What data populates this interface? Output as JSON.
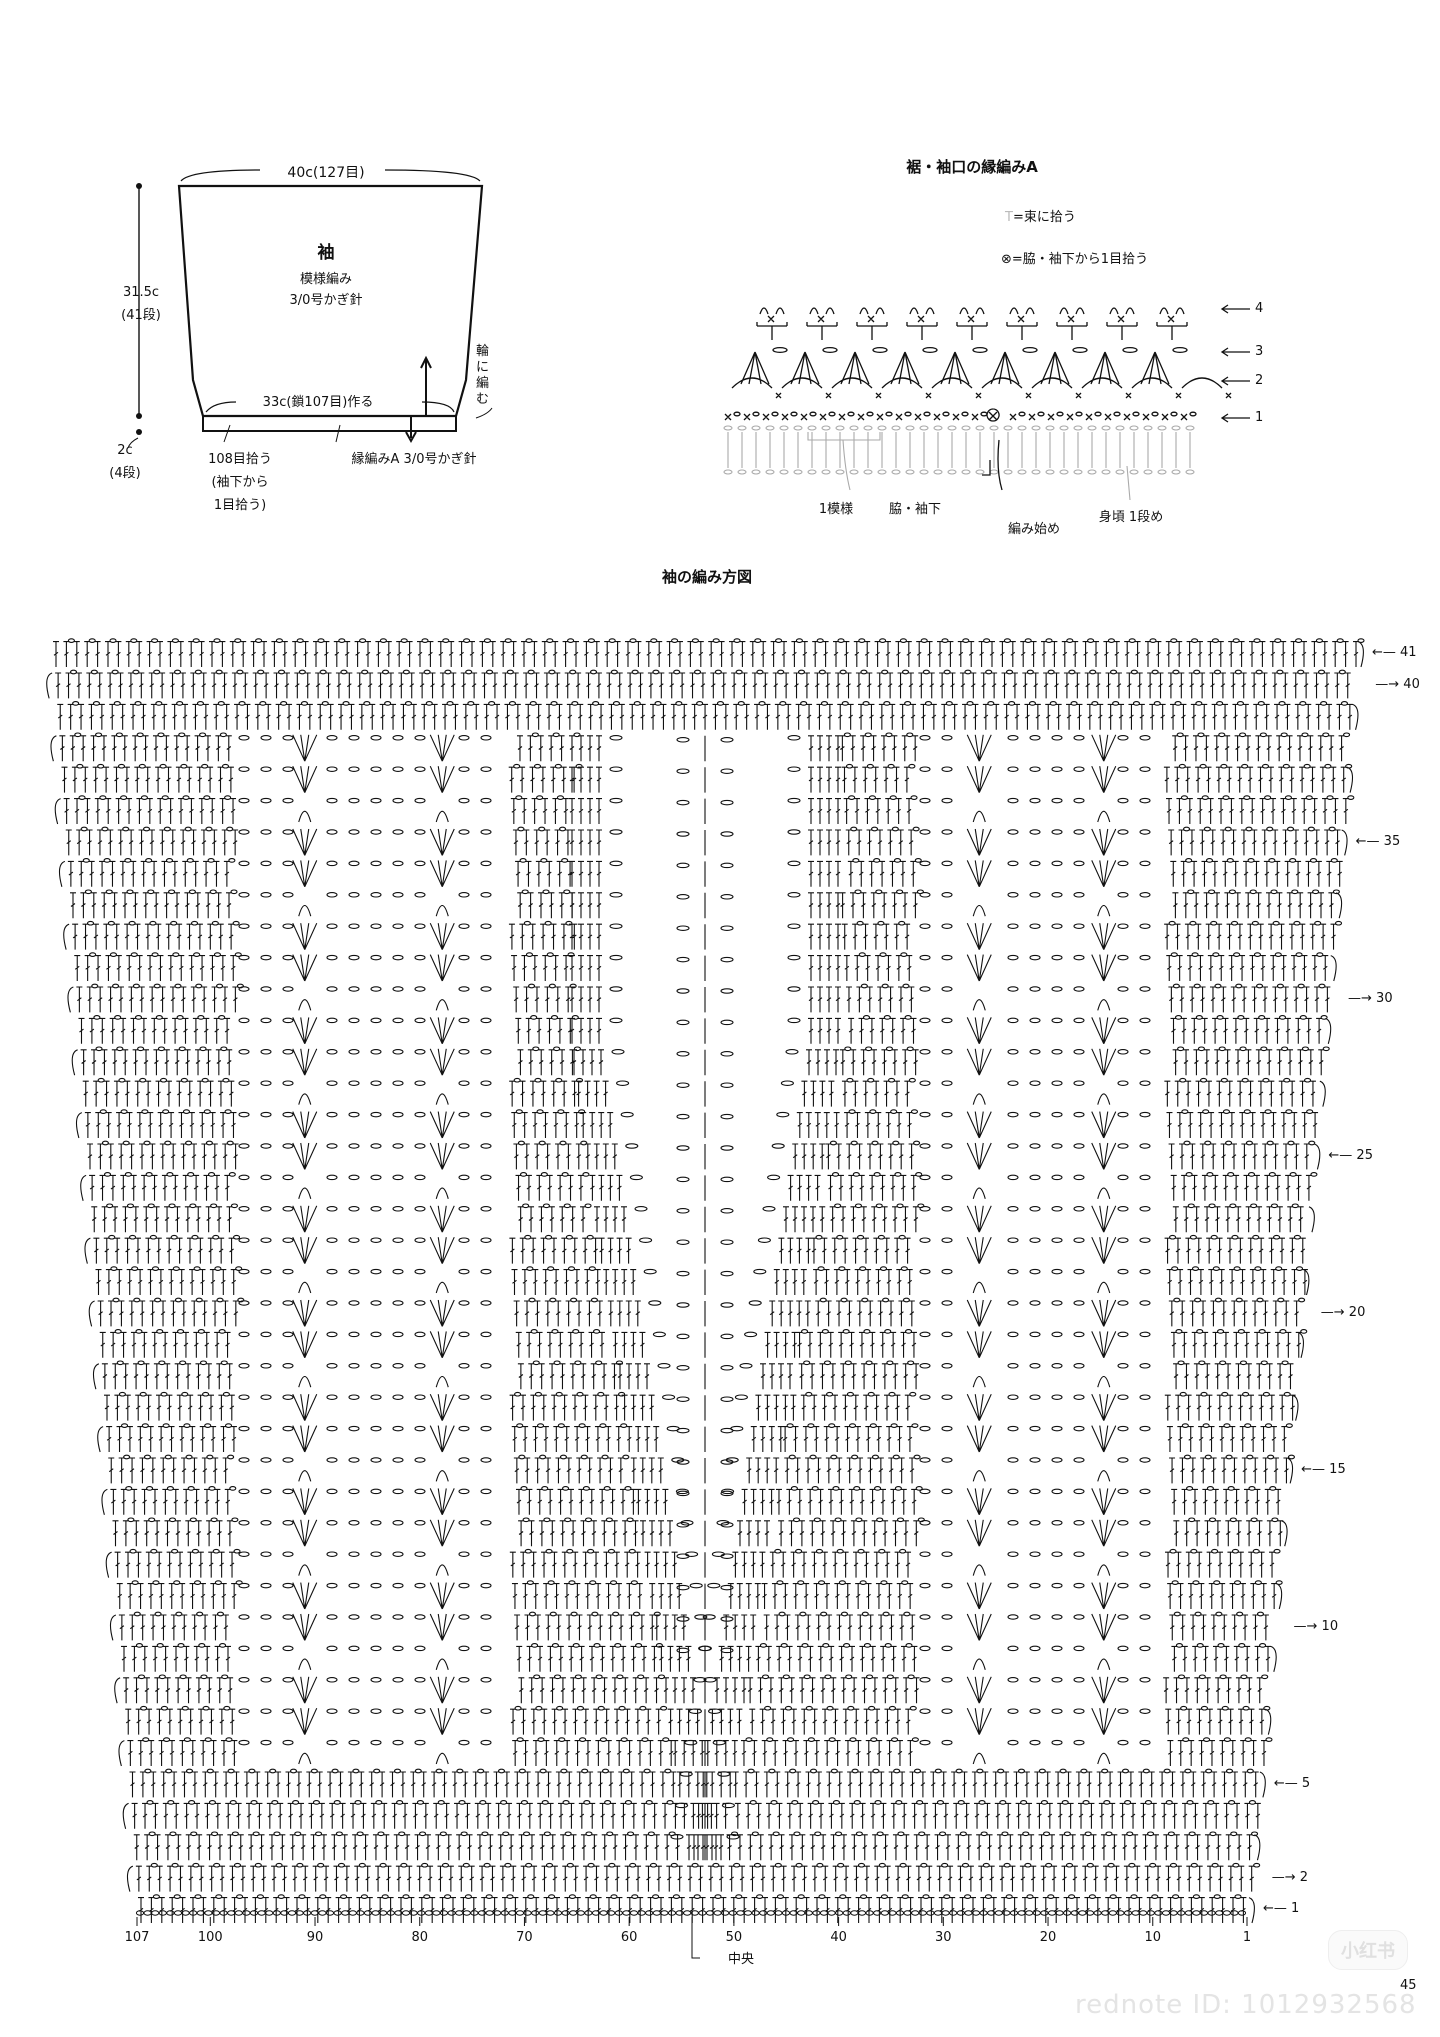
{
  "schematic": {
    "top_width": "40c(127目)",
    "height_main": "31.5c",
    "height_main_rows": "(41段)",
    "height_edge": "2c",
    "height_edge_rows": "(4段)",
    "piece_name": "袖",
    "stitch": "模様編み",
    "hook": "3/0号かぎ針",
    "foundation": "33c(鎖107目)作る",
    "round_note": [
      "輪",
      "に",
      "編",
      "む"
    ],
    "pickup": "108目拾う",
    "pickup_note_1": "(袖下から",
    "pickup_note_2": "1目拾う)",
    "edging": "縁編みA 3/0号かぎ針"
  },
  "edging_diagram": {
    "title": "裾・袖口の縁編みA",
    "legend": [
      {
        "symbol": "T",
        "text": "=束に拾う"
      },
      {
        "symbol": "⊗",
        "text": "=脇・袖下から1目拾う"
      }
    ],
    "rows": [
      "4",
      "3",
      "2",
      "1"
    ],
    "labels": {
      "repeat": "1模様",
      "side": "脇・袖下",
      "start": "編み始め",
      "body_row": "身頃 1段め"
    }
  },
  "chart": {
    "title": "袖の編み方図",
    "total_rows": 41,
    "row_labels": [
      {
        "row": "41",
        "dir": "left"
      },
      {
        "row": "40",
        "dir": "right"
      },
      {
        "row": "35",
        "dir": "left"
      },
      {
        "row": "30",
        "dir": "right"
      },
      {
        "row": "25",
        "dir": "left"
      },
      {
        "row": "20",
        "dir": "right"
      },
      {
        "row": "15",
        "dir": "left"
      },
      {
        "row": "10",
        "dir": "right"
      },
      {
        "row": "5",
        "dir": "left"
      },
      {
        "row": "2",
        "dir": "right"
      },
      {
        "row": "1",
        "dir": "left"
      }
    ],
    "stitch_ticks": [
      "107",
      "100",
      "90",
      "80",
      "70",
      "60",
      "50",
      "40",
      "30",
      "20",
      "10",
      "1"
    ],
    "center_label": "中央"
  },
  "page_number": "45",
  "watermark": {
    "badge": "小红书",
    "id_text": "rednote ID: 1012932568"
  }
}
